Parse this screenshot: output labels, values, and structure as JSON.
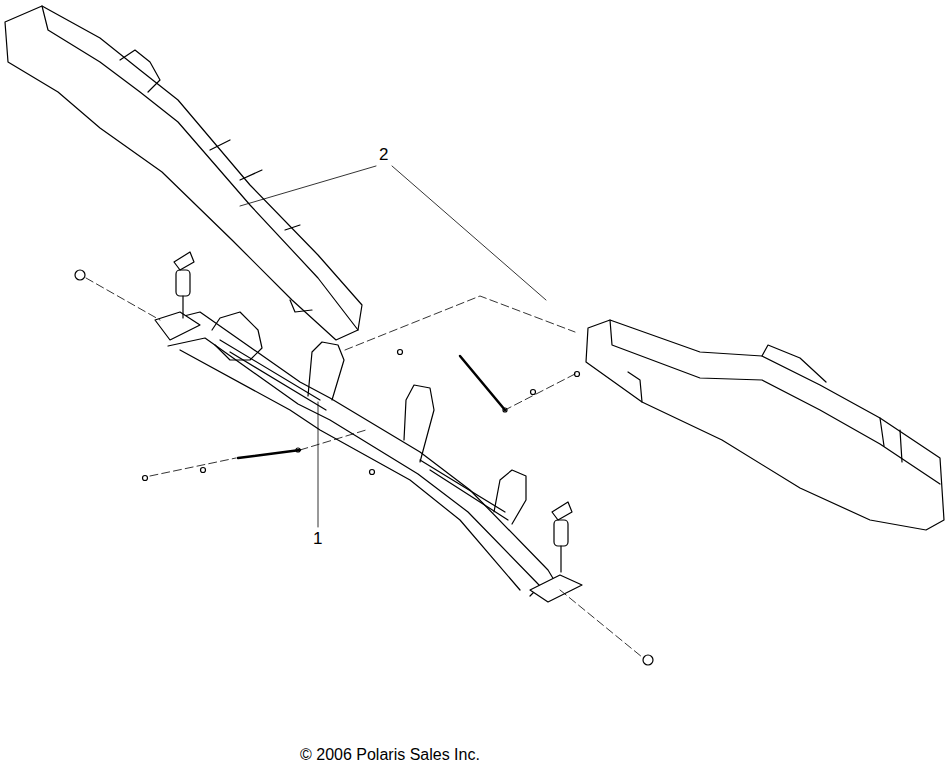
{
  "diagram": {
    "labels": [
      "2",
      "1",
      "© 2006 Polaris Sales Inc."
    ]
  }
}
